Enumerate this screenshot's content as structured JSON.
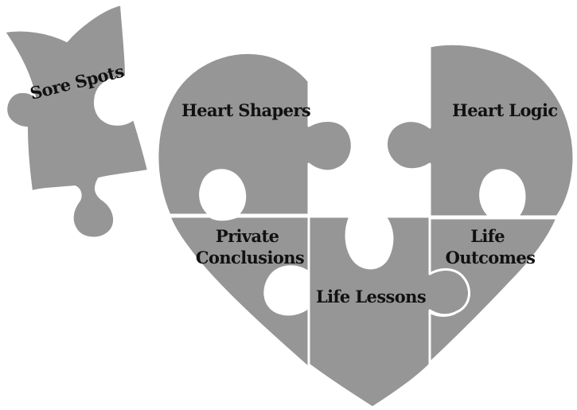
{
  "diagram": {
    "pieces": [
      {
        "id": "sore-spots",
        "label": "Sore Spots"
      },
      {
        "id": "heart-shapers",
        "label": "Heart Shapers"
      },
      {
        "id": "heart-logic",
        "label": "Heart Logic"
      },
      {
        "id": "private-conclusions",
        "label_lines": [
          "Private",
          "Conclusions"
        ]
      },
      {
        "id": "life-lessons",
        "label": "Life Lessons"
      },
      {
        "id": "life-outcomes",
        "label_lines": [
          "Life",
          "Outcomes"
        ]
      }
    ]
  },
  "colors": {
    "piece_fill": "#969696",
    "piece_stroke": "#ffffff",
    "label_text": "#111111",
    "background": "#ffffff"
  }
}
